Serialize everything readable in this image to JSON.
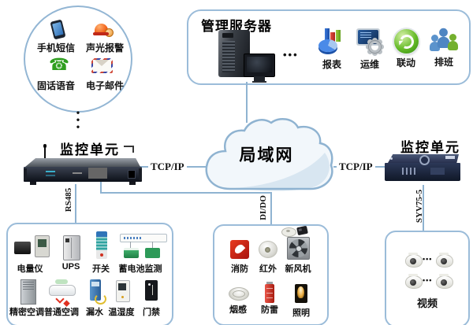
{
  "colors": {
    "box_border": "#9bbcd9",
    "connector_line": "#8fb3d1",
    "cloud_fill": "#f2f7fb",
    "cloud_shade": "#d8e6f1",
    "text": "#111111"
  },
  "notify_circle": {
    "items": [
      {
        "icon": "phone-sms-icon",
        "label": "手机短信"
      },
      {
        "icon": "siren-alarm-icon",
        "label": "声光报警"
      },
      {
        "icon": "phone-voice-icon",
        "label": "固话语音"
      },
      {
        "icon": "email-icon",
        "label": "电子邮件"
      }
    ]
  },
  "vdots": "•\n•\n•",
  "server_panel": {
    "title": "管理服务器",
    "ellipsis": "•••",
    "features": [
      {
        "icon": "report-chart-icon",
        "label": "报表"
      },
      {
        "icon": "ops-monitor-gear-icon",
        "label": "运维"
      },
      {
        "icon": "linkage-sync-icon",
        "label": "联动"
      },
      {
        "icon": "shift-people-icon",
        "label": "排班"
      }
    ]
  },
  "cloud": {
    "label": "局域网"
  },
  "left_unit": {
    "title": "监控单元"
  },
  "right_unit": {
    "title": "监控单元"
  },
  "links": {
    "tcp_left": "TCP/IP",
    "tcp_right": "TCP/IP",
    "rs485": "RS485",
    "dido": "DI/DO",
    "syv": "SYV75-5"
  },
  "device_box": {
    "row1": [
      {
        "icon": "power-meter-icon",
        "label": "电量仪"
      },
      {
        "icon": "ups-icon",
        "label": "UPS"
      },
      {
        "icon": "switch-module-icon",
        "label": "开关"
      },
      {
        "icon": "battery-monitor-icon",
        "label": "蓄电池监测"
      }
    ],
    "row2": [
      {
        "icon": "precision-ac-icon",
        "label": "精密空调"
      },
      {
        "icon": "normal-ac-icon",
        "label": "普通空调"
      },
      {
        "icon": "water-leak-icon",
        "label": "漏水"
      },
      {
        "icon": "temp-humidity-icon",
        "label": "温湿度"
      },
      {
        "icon": "access-control-icon",
        "label": "门禁"
      }
    ]
  },
  "io_box": {
    "row1": [
      {
        "icon": "fire-icon",
        "label": "消防"
      },
      {
        "icon": "infrared-icon",
        "label": "红外"
      },
      {
        "icon": "fresh-air-fan-icon",
        "label": "新风机"
      }
    ],
    "row2": [
      {
        "icon": "smoke-sensor-icon",
        "label": "烟感"
      },
      {
        "icon": "lightning-arrester-icon",
        "label": "防雷"
      },
      {
        "icon": "lighting-icon",
        "label": "照明"
      }
    ]
  },
  "video_box": {
    "label": "视频",
    "ellipsis1": "•••",
    "ellipsis2": "•••"
  }
}
